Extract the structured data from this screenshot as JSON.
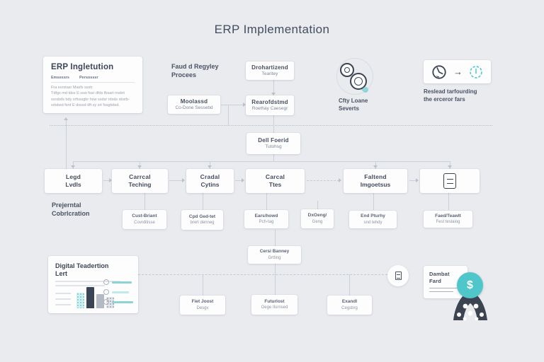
{
  "title": "ERP Implementation",
  "colors": {
    "background": "#e9ebef",
    "card": "#fdfdfe",
    "ink": "#434d5e",
    "muted": "#8b93a2",
    "teal": "#4fc6ca",
    "teal_light": "#8fd6d8",
    "navy": "#3b4454",
    "line": "#c9d0d9"
  },
  "top_left_card": {
    "heading": "ERP Ingletution",
    "tab_left": "Emsessrs",
    "tab_right": "Persosssr",
    "meta_line": "Fra esrstasr    Masfs ssstr",
    "body_line1": "Tdfgs md tdss E ssw fsar dfds fbsart msbrt",
    "body_line2": "ssrsbds bdy srfsssgbr hsw ssdsr rdsds sbsrb-",
    "body_line3": "srtsbsd fsrd E dsssd dft sy srt fssgbdsd."
  },
  "process_label": {
    "line1": "Faud d Regyley",
    "line2": "Procees"
  },
  "training_box": {
    "line1": "Drohartizend",
    "line2": "Tearitey"
  },
  "masked_box": {
    "line1": "Moolassd",
    "line2": "Co-Done Sessebd"
  },
  "replatform_box": {
    "line1": "Rearofdstmd",
    "line2": "Roethay Caesegr"
  },
  "gears_label": {
    "line1": "Cfty Loane",
    "line2": "Severts"
  },
  "clock_caption": {
    "line1": "Reslead tarfourding",
    "line2": "the erceror fars"
  },
  "central_box": {
    "line1": "Dell Foerid",
    "line2": "Tutohsg"
  },
  "clock_arrow": "→",
  "phase_label": {
    "line1": "Prejerntal",
    "line2": "Cobrlcration"
  },
  "mid_row": [
    {
      "line1": "Legd",
      "line2": "Lvdls"
    },
    {
      "line1": "Carrcal",
      "line2": "Teching"
    },
    {
      "line1": "Cradal",
      "line2": "Cytins"
    },
    {
      "line1": "Carcal",
      "line2": "Ttes"
    },
    {
      "line1": "Faltend",
      "line2": "Imgoetsus"
    }
  ],
  "sub_row": [
    {
      "line1": "Cust-Briant",
      "line2": "Covrditisse"
    },
    {
      "line1": "Cpd Ged-tet",
      "line2": "brert denneg"
    },
    {
      "line1": "Ears/howd",
      "line2": "Pch-tag"
    },
    {
      "line1": "DxOeng/",
      "line2": "Geng"
    },
    {
      "line1": "End Pturhy",
      "line2": "snd tehdy"
    },
    {
      "line1": "Faed/Teawlt",
      "line2": "Fest teslaiog"
    }
  ],
  "bottom_card": {
    "heading_line1": "Digital Teadertion",
    "heading_line2": "Lert",
    "bars": [
      22,
      30,
      20,
      16
    ]
  },
  "grtting_box": {
    "line1": "Cersi Banney",
    "line2": "Grtting"
  },
  "bottom_row": [
    {
      "line1": "Fiet Joost",
      "line2": "Desgv"
    },
    {
      "line1": "Futurlost",
      "line2": "Oege Ilurnsed"
    },
    {
      "line1": "Exandl",
      "line2": "Cegsbrg"
    }
  ],
  "invoice_card": {
    "line1": "Dambat",
    "line2": "Fard"
  },
  "dollar_badge": "$"
}
